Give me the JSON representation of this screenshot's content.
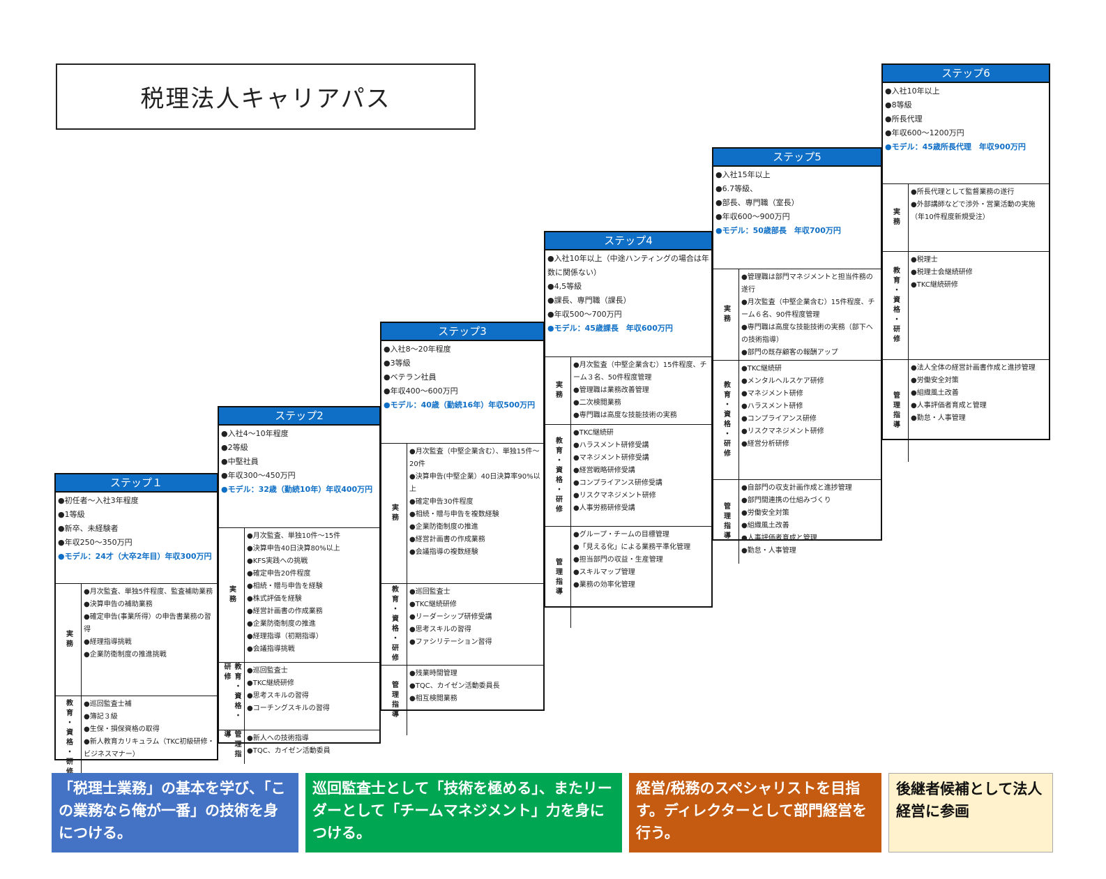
{
  "title": "税理法人キャリアパス",
  "steps": [
    {
      "header": "ステップ１",
      "info": [
        "●初任者〜入社3年程度",
        "●1等級",
        "●新卒、未経験者",
        "●年収250〜350万円"
      ],
      "model": "●モデル：24才（大卒2年目）年収300万円",
      "sections": [
        {
          "label": "実務",
          "items": [
            "●月次監査、単独5件程度、監査補助業務",
            "●決算申告の補助業務",
            "●確定申告(事業所得）の申告書業務の習得",
            "●経理指導挑戦",
            "●企業防衛制度の推進挑戦"
          ]
        },
        {
          "label": "教育・資格・研修",
          "items": [
            "●巡回監査士補",
            "●簿記３級",
            "●生保・損保資格の取得",
            "●新人教育カリキュラム（TKC初級研修・ビジネスマナー）"
          ]
        }
      ]
    },
    {
      "header": "ステップ2",
      "info": [
        "●入社4〜10年程度",
        "●2等級",
        "●中堅社員",
        "●年収300〜450万円"
      ],
      "model": "●モデル：32歳（勤続10年）年収400万円",
      "sections": [
        {
          "label": "実務",
          "items": [
            "●月次監査、単独10件〜15件",
            "●決算申告40日決算80%以上",
            "●KFS実践への挑戦",
            "●確定申告20件程度",
            "●相続・贈与申告を経験",
            "●株式評価を経験",
            "●経営計画書の作成業務",
            "●企業防衛制度の推進",
            "●経理指導（初期指導）",
            "●会議指導挑戦"
          ]
        },
        {
          "label": "教育・資格・研修",
          "items": [
            "●巡回監査士",
            "●TKC継続研修",
            "●思考スキルの習得",
            "●コーチングスキルの習得"
          ]
        },
        {
          "label": "管理指導",
          "items": [
            "●新人への技術指導",
            "●TQC、カイゼン活動委員"
          ]
        }
      ]
    },
    {
      "header": "ステップ3",
      "info": [
        "●入社8〜20年程度",
        "●3等級",
        "●ベテラン社員",
        "●年収400〜600万円"
      ],
      "model": "●モデル：40歳（勤続16年）年収500万円",
      "sections": [
        {
          "label": "実務",
          "items": [
            "●月次監査（中堅企業含む）、単独15件〜20件",
            "●決算申告(中堅企業）40日決算率90%以上",
            "●確定申告30件程度",
            "●相続・贈与申告を複数経験",
            "●企業防衛制度の推進",
            "●経営計画書の作成業務",
            "●会議指導の複数経験"
          ]
        },
        {
          "label": "教育・資格・研修",
          "items": [
            "●巡回監査士",
            "●TKC継続研修",
            "●リーダーシップ研修受講",
            "●思考スキルの習得",
            "●ファシリテーション習得"
          ]
        },
        {
          "label": "管理指導",
          "items": [
            "●残業時間管理",
            "●TQC、カイゼン活動委員長",
            "●相互検閲業務"
          ]
        }
      ]
    },
    {
      "header": "ステップ4",
      "info": [
        "●入社10年以上（中途ハンティングの場合は年数に関係ない）",
        "●4,5等級",
        "●課長、専門職（課長）",
        "●年収500〜700万円"
      ],
      "model": "●モデル：45歳課長　年収600万円",
      "sections": [
        {
          "label": "実務",
          "items": [
            "●月次監査（中堅企業含む）15件程度、チーム３名、50件程度管理",
            "●管理職は業務改善管理",
            "●二次検閲業務",
            "●専門職は高度な技能技術の実務"
          ]
        },
        {
          "label": "教育・資格・研修",
          "items": [
            "●TKC継続研",
            "●ハラスメント研修受講",
            "●マネジメント研修受講",
            "●経営戦略研修受講",
            "●コンプライアンス研修受講",
            "●リスクマネジメント研修",
            "●人事労務研修受講"
          ]
        },
        {
          "label": "管理指導",
          "items": [
            "●グループ・チームの目標管理",
            "●「見える化」による業務平準化管理",
            "●担当部門の収益・生産管理",
            "●スキルマップ管理",
            "●業務の効率化管理"
          ]
        }
      ]
    },
    {
      "header": "ステップ5",
      "info": [
        "●入社15年以上",
        "●6.7等級、",
        "●部長、専門職（室長）",
        "●年収600〜900万円"
      ],
      "model": "●モデル：50歳部長　年収700万円",
      "sections": [
        {
          "label": "実務",
          "items": [
            "●管理職は部門マネジメントと担当件務の遂行",
            "●月次監査（中堅企業含む）15件程度、チーム６名、90件程度管理",
            "●専門職は高度な技能技術の実務（部下への技術指導）",
            "●部門の既存顧客の報酬アップ"
          ]
        },
        {
          "label": "教育・資格・研修",
          "items": [
            "●TKC継続研",
            "●メンタルヘルスケア研修",
            "●マネジメント研修",
            "●ハラスメント研修",
            "●コンプライアンス研修",
            "●リスクマネジメント研修",
            "●経営分析研修"
          ]
        },
        {
          "label": "管理指導",
          "items": [
            "●自部門の収支計画作成と進捗管理",
            "●部門間連携の仕組みづくり",
            "●労働安全対策",
            "●組織風土改善",
            "●人事評価者育成と管理",
            "●勤怠・人事管理"
          ]
        }
      ]
    },
    {
      "header": "ステップ6",
      "info": [
        "●入社10年以上",
        "●8等級",
        "●所長代理",
        "●年収600〜1200万円"
      ],
      "model": "●モデル：45歳所長代理　年収900万円",
      "sections": [
        {
          "label": "実務",
          "items": [
            "●所長代理として監督業務の遂行",
            "●外部講師などで渉外・営業活動の実施（年10件程度新規受注）"
          ]
        },
        {
          "label": "教育・資格・研修",
          "items": [
            "●税理士",
            "●税理士会継続研修",
            "●TKC継続研修"
          ]
        },
        {
          "label": "管理指導",
          "items": [
            "●法人全体の経営計画書作成と進捗管理",
            "●労働安全対策",
            "●組織風土改善",
            "●人事評価者育成と管理",
            "●勤怠・人事管理"
          ]
        }
      ]
    }
  ],
  "bottom": [
    {
      "text": "「税理士業務」の基本を学び、「この業務なら俺が一番」の技術を身につける。",
      "color": "#4472c4"
    },
    {
      "text": "巡回監査士として「技術を極める」、またリーダーとして「チームマネジメント」力を身につける。",
      "color": "#00a651"
    },
    {
      "text": "経営/税務のスペシャリストを目指す。ディレクターとして部門経営を行う。",
      "color": "#c55a11"
    },
    {
      "text": "後継者候補として法人経営に参画",
      "color": "#fff2cc"
    }
  ]
}
